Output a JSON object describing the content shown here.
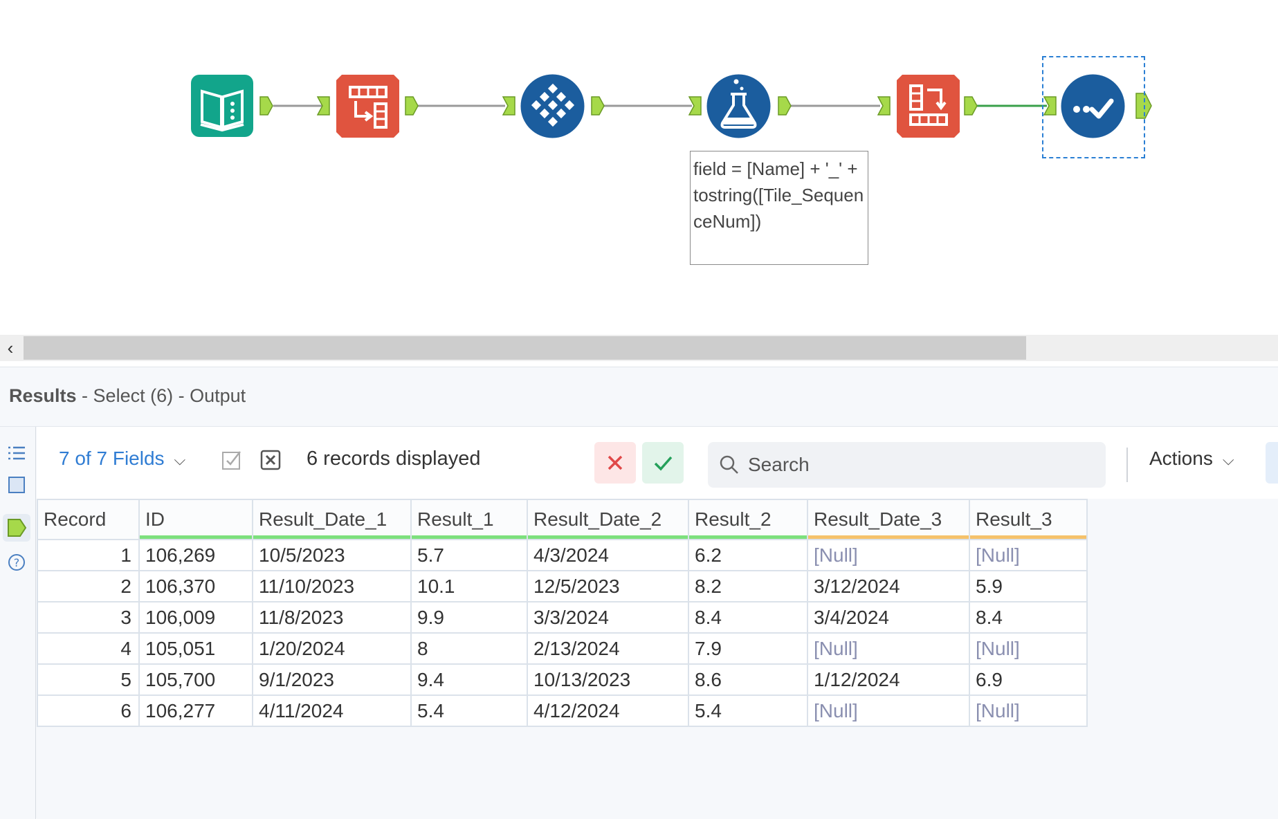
{
  "workflow": {
    "annotation": "field = [Name] + '_' + tostring([Tile_SequenceNum])",
    "tools": [
      {
        "name": "input-data-tool",
        "color": "#12a58b"
      },
      {
        "name": "transpose-tool",
        "color": "#e0543f"
      },
      {
        "name": "tile-tool",
        "color": "#1b5d9e"
      },
      {
        "name": "formula-tool",
        "color": "#1b5d9e"
      },
      {
        "name": "cross-tab-tool",
        "color": "#e0543f"
      },
      {
        "name": "select-tool",
        "color": "#1b5d9e"
      }
    ]
  },
  "results": {
    "title_bold": "Results",
    "title_rest": " - Select (6) - Output",
    "fields_label": "7 of 7 Fields",
    "records_text": "6 records displayed",
    "search_placeholder": "Search",
    "actions_label": "Actions",
    "columns": [
      {
        "label": "Record",
        "indicator": ""
      },
      {
        "label": "ID",
        "indicator": "#7de07d"
      },
      {
        "label": "Result_Date_1",
        "indicator": "#7de07d"
      },
      {
        "label": "Result_1",
        "indicator": "#7de07d"
      },
      {
        "label": "Result_Date_2",
        "indicator": "#7de07d"
      },
      {
        "label": "Result_2",
        "indicator": "#7de07d"
      },
      {
        "label": "Result_Date_3",
        "indicator": "#f5c26b"
      },
      {
        "label": "Result_3",
        "indicator": "#f5c26b"
      }
    ],
    "rows": [
      [
        "1",
        "106,269",
        "10/5/2023",
        "5.7",
        "4/3/2024",
        "6.2",
        "[Null]",
        "[Null]"
      ],
      [
        "2",
        "106,370",
        "11/10/2023",
        "10.1",
        "12/5/2023",
        "8.2",
        "3/12/2024",
        "5.9"
      ],
      [
        "3",
        "106,009",
        "11/8/2023",
        "9.9",
        "3/3/2024",
        "8.4",
        "3/4/2024",
        "8.4"
      ],
      [
        "4",
        "105,051",
        "1/20/2024",
        "8",
        "2/13/2024",
        "7.9",
        "[Null]",
        "[Null]"
      ],
      [
        "5",
        "105,700",
        "9/1/2023",
        "9.4",
        "10/13/2023",
        "8.6",
        "1/12/2024",
        "6.9"
      ],
      [
        "6",
        "106,277",
        "4/11/2024",
        "5.4",
        "4/12/2024",
        "5.4",
        "[Null]",
        "[Null]"
      ]
    ]
  }
}
